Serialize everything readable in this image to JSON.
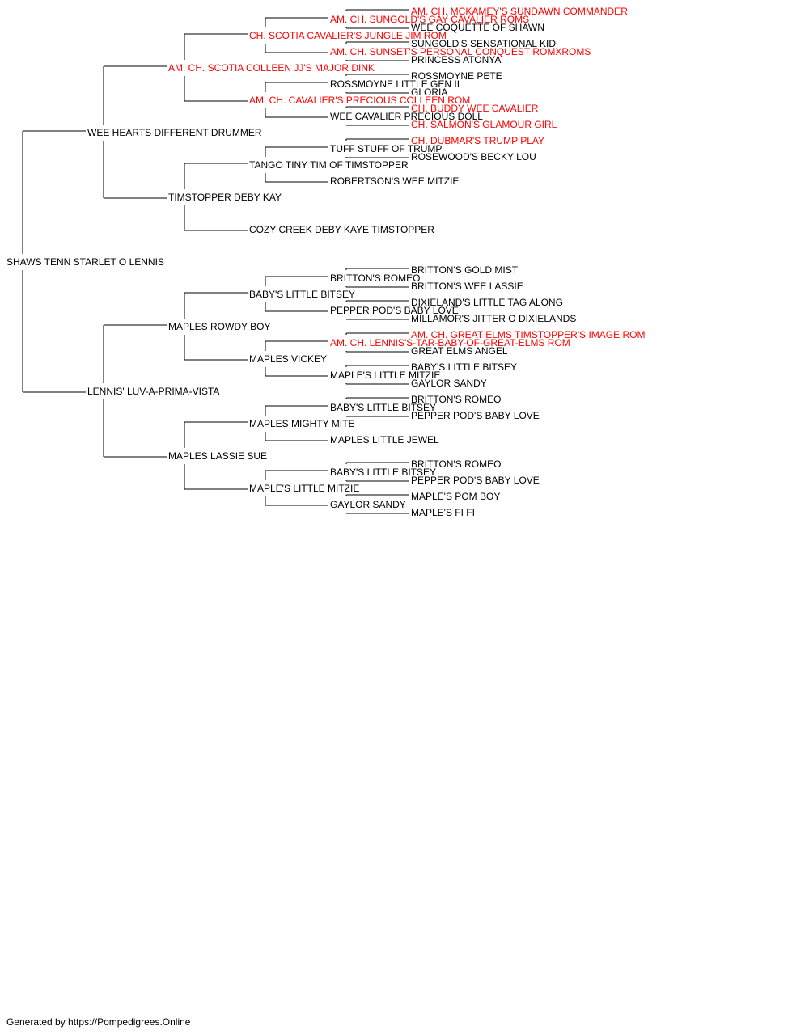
{
  "colors": {
    "champion": "#ff0000",
    "regular": "#000000",
    "line": "#000000"
  },
  "tree": {
    "name": "SHAWS TENN STARLET O LENNIS",
    "champion": false,
    "sire": {
      "name": "WEE HEARTS DIFFERENT DRUMMER",
      "champion": false,
      "sire": {
        "name": "AM. CH. SCOTIA COLLEEN JJ'S MAJOR DINK",
        "champion": true,
        "sire": {
          "name": "CH. SCOTIA CAVALIER'S JUNGLE JIM ROM",
          "champion": true,
          "sire": {
            "name": "AM. CH. SUNGOLD'S GAY CAVALIER ROMS",
            "champion": true,
            "sire": {
              "name": "AM. CH. MCKAMEY'S SUNDAWN COMMANDER",
              "champion": true
            },
            "dam": {
              "name": "WEE COQUETTE OF SHAWN",
              "champion": false
            }
          },
          "dam": {
            "name": "AM. CH. SUNSET'S PERSONAL CONQUEST ROMXROMS",
            "champion": true,
            "sire": {
              "name": "SUNGOLD'S SENSATIONAL KID",
              "champion": false
            },
            "dam": {
              "name": "PRINCESS ATONYA",
              "champion": false
            }
          }
        },
        "dam": {
          "name": "AM. CH. CAVALIER'S PRECIOUS COLLEEN ROM",
          "champion": true,
          "sire": {
            "name": "ROSSMOYNE LITTLE GEN II",
            "champion": false,
            "sire": {
              "name": "ROSSMOYNE PETE",
              "champion": false
            },
            "dam": {
              "name": "GLORIA",
              "champion": false
            }
          },
          "dam": {
            "name": "WEE CAVALIER PRECIOUS DOLL",
            "champion": false,
            "sire": {
              "name": "CH. BUDDY WEE CAVALIER",
              "champion": true
            },
            "dam": {
              "name": "CH. SALMON'S GLAMOUR GIRL",
              "champion": true
            }
          }
        }
      },
      "dam": {
        "name": "TIMSTOPPER DEBY KAY",
        "champion": false,
        "sire": {
          "name": "TANGO TINY TIM OF TIMSTOPPER",
          "champion": false,
          "sire": {
            "name": "TUFF STUFF OF TRUMP",
            "champion": false,
            "sire": {
              "name": "CH. DUBMAR'S TRUMP PLAY",
              "champion": true
            },
            "dam": {
              "name": "ROSEWOOD'S BECKY LOU",
              "champion": false
            }
          },
          "dam": {
            "name": "ROBERTSON'S WEE MITZIE",
            "champion": false
          }
        },
        "dam": {
          "name": "COZY CREEK DEBY KAYE TIMSTOPPER",
          "champion": false
        }
      }
    },
    "dam": {
      "name": "LENNIS' LUV-A-PRIMA-VISTA",
      "champion": false,
      "sire": {
        "name": "MAPLES ROWDY BOY",
        "champion": false,
        "sire": {
          "name": "BABY'S LITTLE BITSEY",
          "champion": false,
          "sire": {
            "name": "BRITTON'S ROMEO",
            "champion": false,
            "sire": {
              "name": "BRITTON'S GOLD MIST",
              "champion": false
            },
            "dam": {
              "name": "BRITTON'S WEE LASSIE",
              "champion": false
            }
          },
          "dam": {
            "name": "PEPPER POD'S BABY LOVE",
            "champion": false,
            "sire": {
              "name": "DIXIELAND'S LITTLE TAG ALONG",
              "champion": false
            },
            "dam": {
              "name": "MILLAMOR'S JITTER O DIXIELANDS",
              "champion": false
            }
          }
        },
        "dam": {
          "name": "MAPLES VICKEY",
          "champion": false,
          "sire": {
            "name": "AM. CH. LENNIS'S-TAR-BABY-OF-GREAT-ELMS ROM",
            "champion": true,
            "sire": {
              "name": "AM. CH. GREAT ELMS TIMSTOPPER'S IMAGE ROM",
              "champion": true
            },
            "dam": {
              "name": "GREAT ELMS ANGEL",
              "champion": false
            }
          },
          "dam": {
            "name": "MAPLE'S LITTLE MITZIE",
            "champion": false,
            "sire": {
              "name": "BABY'S LITTLE BITSEY",
              "champion": false
            },
            "dam": {
              "name": "GAYLOR SANDY",
              "champion": false
            }
          }
        }
      },
      "dam": {
        "name": "MAPLES LASSIE SUE",
        "champion": false,
        "sire": {
          "name": "MAPLES MIGHTY MITE",
          "champion": false,
          "sire": {
            "name": "BABY'S LITTLE BITSEY",
            "champion": false,
            "sire": {
              "name": "BRITTON'S ROMEO",
              "champion": false
            },
            "dam": {
              "name": "PEPPER POD'S BABY LOVE",
              "champion": false
            }
          },
          "dam": {
            "name": "MAPLES LITTLE JEWEL",
            "champion": false
          }
        },
        "dam": {
          "name": "MAPLE'S LITTLE MITZIE",
          "champion": false,
          "sire": {
            "name": "BABY'S LITTLE BITSEY",
            "champion": false,
            "sire": {
              "name": "BRITTON'S ROMEO",
              "champion": false
            },
            "dam": {
              "name": "PEPPER POD'S BABY LOVE",
              "champion": false
            }
          },
          "dam": {
            "name": "GAYLOR SANDY",
            "champion": false,
            "sire": {
              "name": "MAPLE'S POM BOY",
              "champion": false
            },
            "dam": {
              "name": "MAPLE'S FI FI",
              "champion": false
            }
          }
        }
      }
    }
  },
  "footer": "Generated by https://Pompedigrees.Online"
}
